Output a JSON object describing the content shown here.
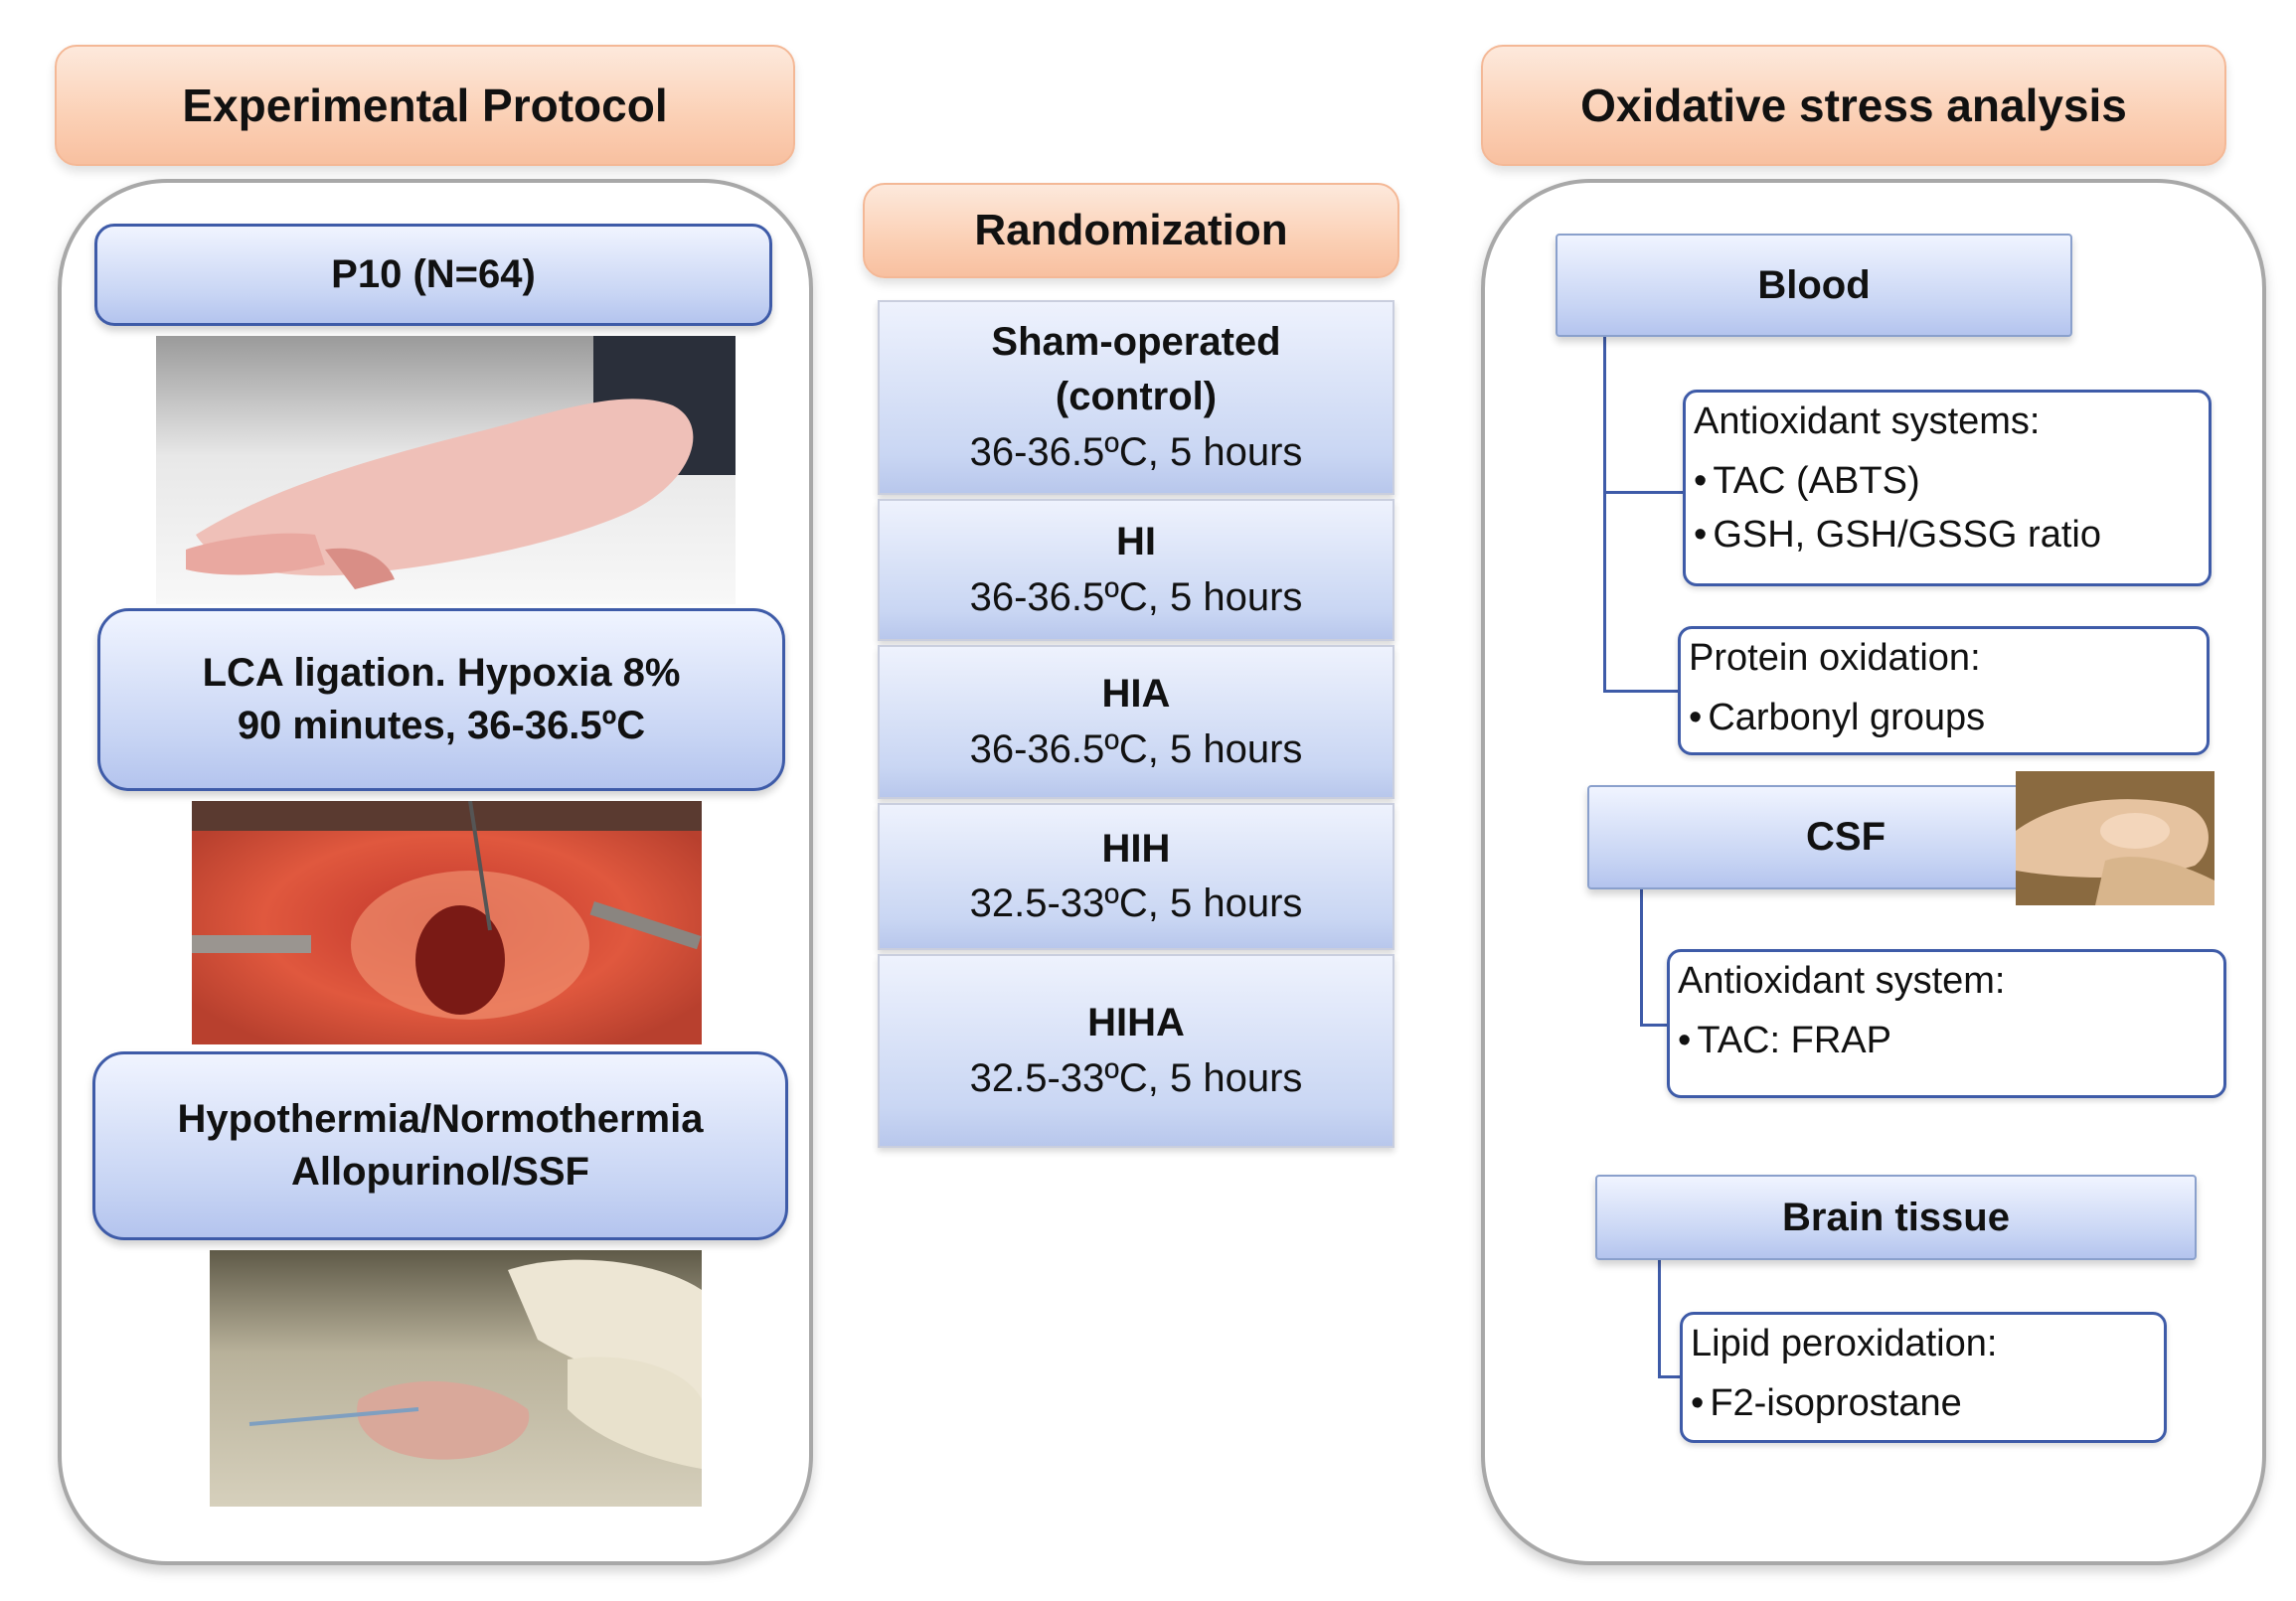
{
  "left": {
    "header": "Experimental Protocol",
    "steps": [
      {
        "lines": [
          "P10 (N=64)"
        ]
      },
      {
        "lines": [
          "LCA ligation. Hypoxia 8%",
          "90 minutes, 36-36.5ºC"
        ]
      },
      {
        "lines": [
          "Hypothermia/Normothermia",
          "Allopurinol/SSF"
        ]
      }
    ]
  },
  "middle": {
    "header": "Randomization",
    "groups": [
      {
        "name_lines": [
          "Sham-operated",
          "(control)"
        ],
        "conditions": "36-36.5ºC, 5 hours"
      },
      {
        "name_lines": [
          "HI"
        ],
        "conditions": "36-36.5ºC, 5 hours"
      },
      {
        "name_lines": [
          "HIA"
        ],
        "conditions": "36-36.5ºC, 5 hours"
      },
      {
        "name_lines": [
          "HIH"
        ],
        "conditions": "32.5-33ºC, 5 hours"
      },
      {
        "name_lines": [
          "HIHA"
        ],
        "conditions": "32.5-33ºC, 5 hours"
      }
    ]
  },
  "right": {
    "header": "Oxidative stress analysis",
    "blood": {
      "label": "Blood",
      "antioxidant": {
        "title": "Antioxidant systems:",
        "items": [
          "TAC (ABTS)",
          "GSH, GSH/GSSG ratio"
        ]
      },
      "protein": {
        "title": "Protein oxidation:",
        "items": [
          "Carbonyl groups"
        ]
      }
    },
    "csf": {
      "label": "CSF",
      "antioxidant": {
        "title": "Antioxidant system:",
        "items": [
          "TAC: FRAP"
        ]
      }
    },
    "brain": {
      "label": "Brain tissue",
      "lipid": {
        "title": "Lipid peroxidation:",
        "items": [
          "F2-isoprostane"
        ]
      }
    }
  },
  "colors": {
    "peach": "#fbd0b5",
    "blue_fill": "#c8d5f4",
    "blue_border": "#3e5ba8",
    "panel_border": "#a8a8a8"
  }
}
